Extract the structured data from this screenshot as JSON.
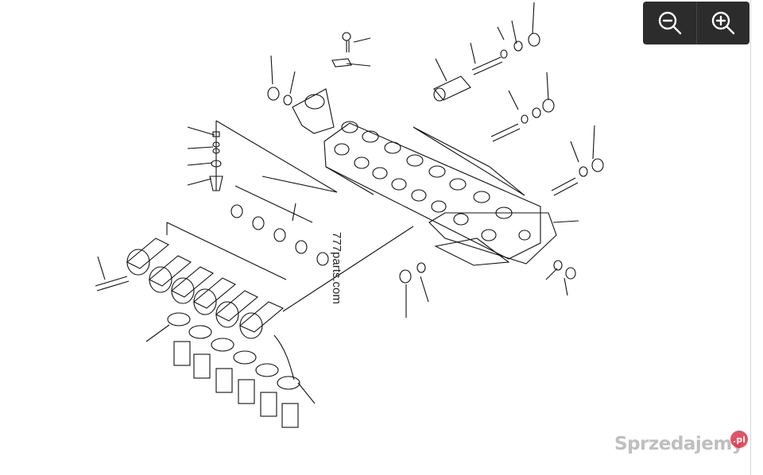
{
  "viewer": {
    "zoom_out_icon": "zoom-out-icon",
    "zoom_in_icon": "zoom-in-icon",
    "control_bg": "#2c2c2c"
  },
  "diagram": {
    "watermark": "777parts.com"
  },
  "brand": {
    "name": "Sprzedajemy",
    "badge": ".pl",
    "accent": "#dc283c"
  }
}
